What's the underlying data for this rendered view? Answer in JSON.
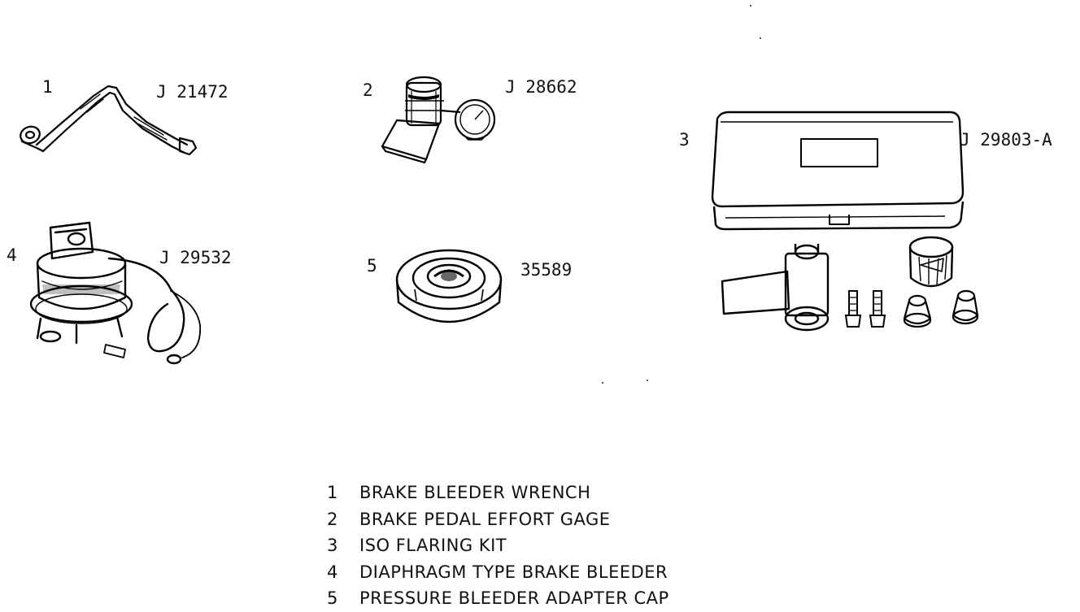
{
  "tools": [
    {
      "number": "1",
      "part": "J 21472"
    },
    {
      "number": "2",
      "part": "J 28662"
    },
    {
      "number": "3",
      "part": "J 29803-A"
    },
    {
      "number": "4",
      "part": "J 29532"
    },
    {
      "number": "5",
      "part": "35589"
    }
  ],
  "legend": [
    {
      "number": "1",
      "text": "BRAKE BLEEDER WRENCH"
    },
    {
      "number": "2",
      "text": "BRAKE PEDAL EFFORT GAGE"
    },
    {
      "number": "3",
      "text": "ISO FLARING KIT"
    },
    {
      "number": "4",
      "text": "DIAPHRAGM TYPE BRAKE BLEEDER"
    },
    {
      "number": "5",
      "text": "PRESSURE BLEEDER ADAPTER CAP"
    }
  ]
}
